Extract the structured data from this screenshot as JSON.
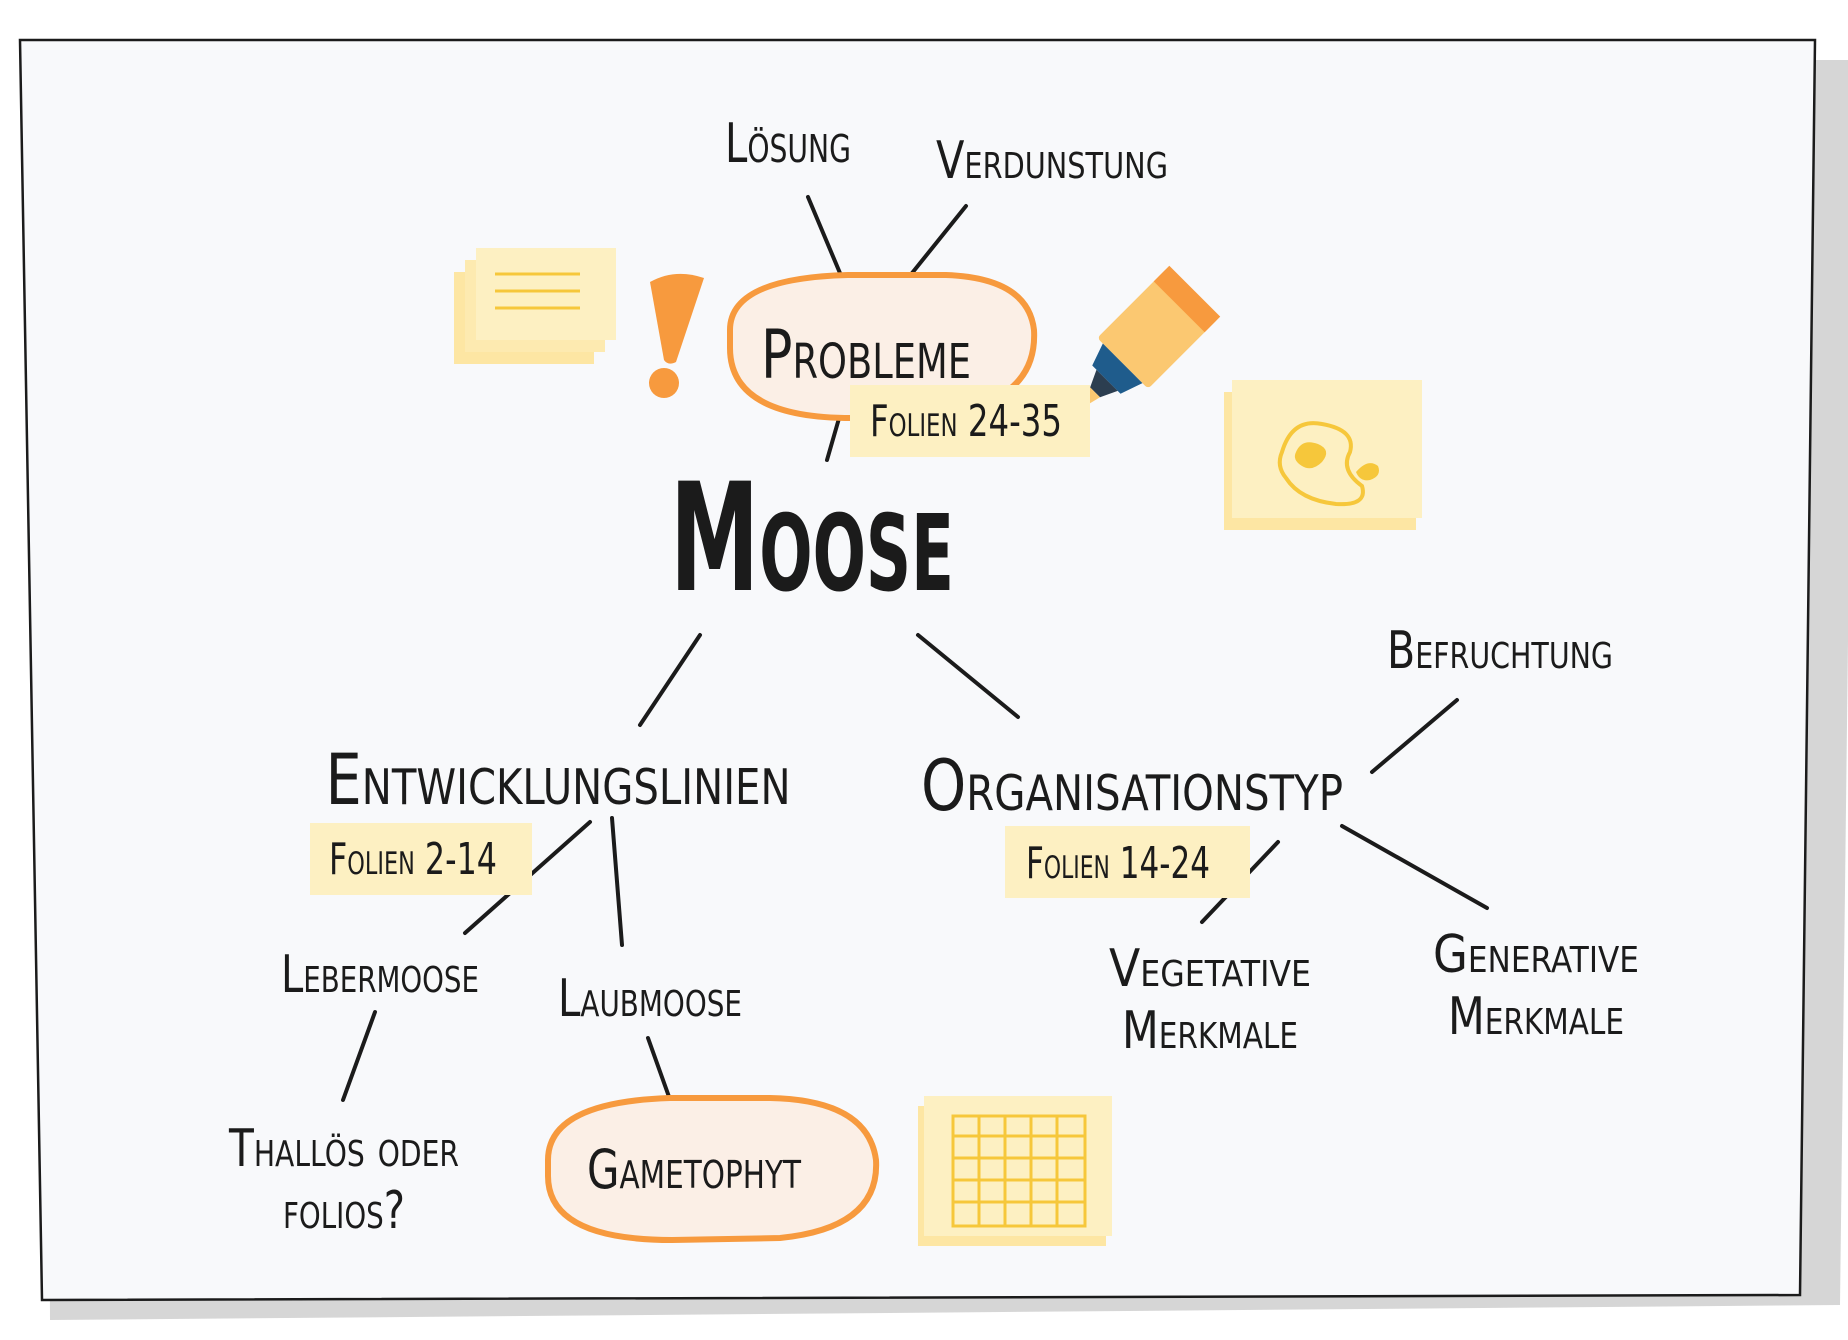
{
  "diagram": {
    "title": "Moose",
    "problems_branch": {
      "label": "Probleme",
      "slides": "Folien 24-35",
      "children": [
        "Lösung",
        "Verdunstung"
      ]
    },
    "development_branch": {
      "label": "Entwicklungslinien",
      "slides": "Folien 2-14",
      "liverworts": {
        "label": "Lebermoose",
        "question": [
          "Thallös oder",
          "folios?"
        ]
      },
      "mosses": {
        "label": "Laubmoose",
        "stage": "Gametophyt"
      }
    },
    "organisation_branch": {
      "label": "Organisationstyp",
      "slides": "Folien 14-24",
      "children": {
        "fertilisation": "Befruchtung",
        "vegetative": [
          "Vegetative",
          "Merkmale"
        ],
        "generative": [
          "Generative",
          "Merkmale"
        ]
      }
    }
  },
  "icons": [
    "sticky-notes-icon",
    "exclamation-icon",
    "highlighter-icon",
    "map-note-icon",
    "grid-note-icon"
  ],
  "colors": {
    "ink": "#1b1b1b",
    "accent_orange": "#f79a3e",
    "highlight_fill": "#fbefe6",
    "note_yellow": "#fdf0c2",
    "note_yellow_dark": "#fde6a3",
    "line_yellow": "#f6c73b",
    "paper": "#f8f9fb",
    "shadow": "#d6d6d6",
    "marker_blue": "#1f5c8c"
  }
}
